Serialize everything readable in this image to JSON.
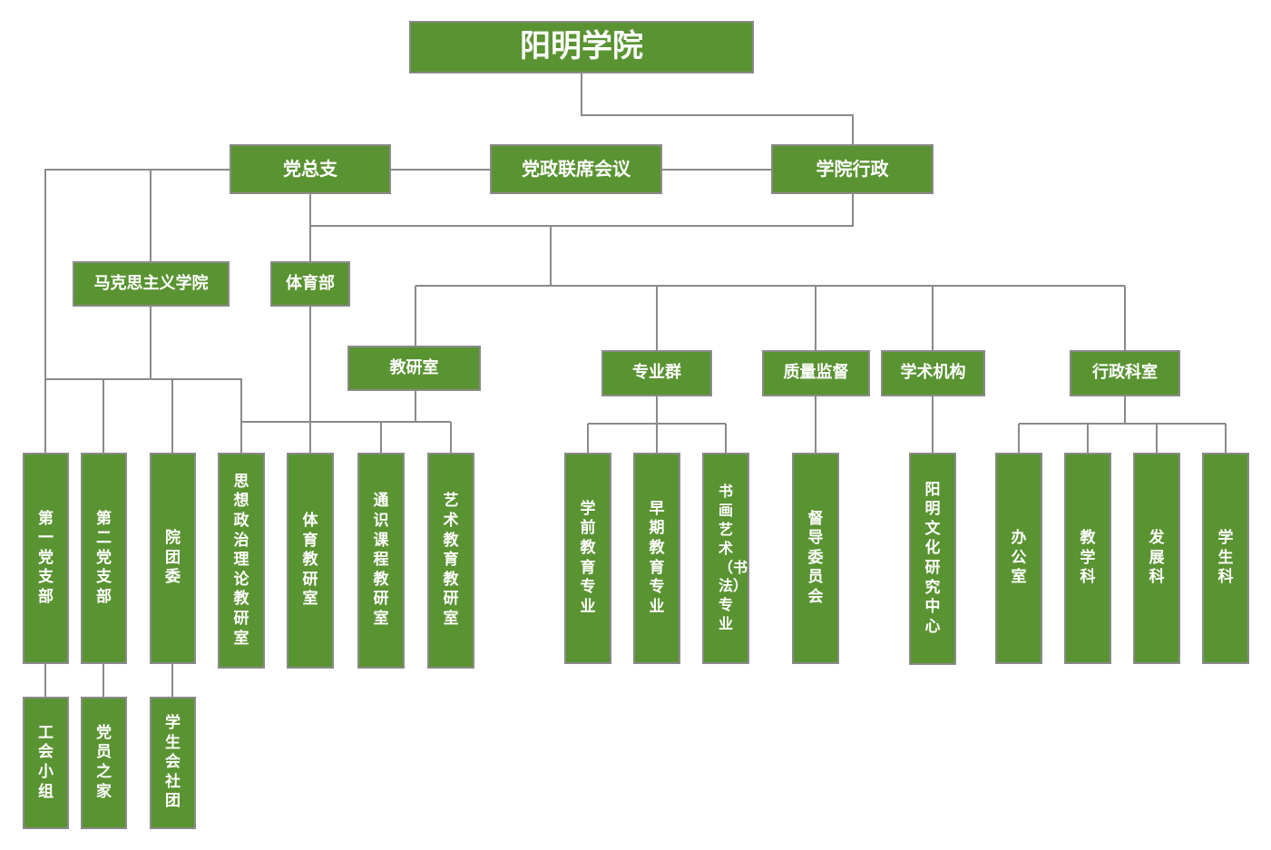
{
  "title": "阳明学院",
  "level1": {
    "party": "党总支",
    "joint": "党政联席会议",
    "admin": "学院行政"
  },
  "level2": {
    "marx": "马克思主义学院",
    "pe": "体育部"
  },
  "level3": {
    "teach_research": "教研室",
    "majors": "专业群",
    "quality": "质量监督",
    "academic": "学术机构",
    "admin_offices": "行政科室"
  },
  "leaves": {
    "branch1": "第一党支部",
    "branch2": "第二党支部",
    "youth": "院团委",
    "ideo": "思想政治理论教研室",
    "pe_research": "体育教研室",
    "general": "通识课程教研室",
    "art": "艺术教育教研室",
    "preschool": "学前教育专业",
    "early": "早期教育专业",
    "calligraphy": "书画艺术（书法）专业",
    "supervision": "督导委员会",
    "yangming_center": "阳明文化研究中心",
    "office": "办公室",
    "teaching_sec": "教学科",
    "develop_sec": "发展科",
    "student_sec": "学生科"
  },
  "bottom": {
    "union": "工会小组",
    "member_home": "党员之家",
    "student_union": "学生会　社团"
  },
  "colors": {
    "box": "#5a9332",
    "border": "#8a8a8a",
    "line": "#8a8a8a"
  }
}
